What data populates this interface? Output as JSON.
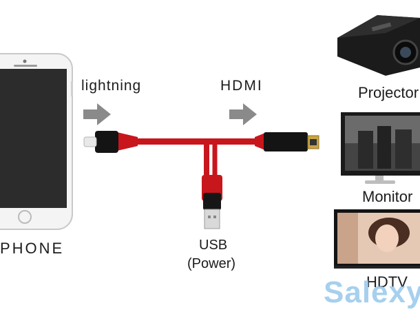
{
  "labels": {
    "phone": "PHONE",
    "lightning": "lightning",
    "hdmi": "HDMI",
    "projector": "Projector",
    "monitor": "Monitor",
    "hdtv": "HDTV",
    "usb": "USB",
    "power": "(Power)"
  },
  "watermark": "Salexy",
  "colors": {
    "cable_red": "#c8161d",
    "connector_black": "#141414",
    "arrow_gray": "#8a8a8a",
    "watermark_blue": "#8ec5ea"
  },
  "icons": {
    "phone": "smartphone-icon",
    "projector": "projector-icon",
    "monitor": "monitor-icon",
    "tv": "tv-icon",
    "arrow": "arrow-right-icon"
  }
}
